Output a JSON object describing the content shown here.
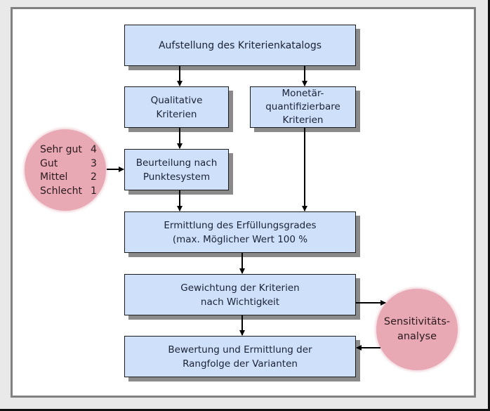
{
  "diagram": {
    "boxes": {
      "catalog": "Aufstellung des Kriterienkatalogs",
      "qualitative": "Qualitative\nKriterien",
      "monetary": "Monetär-\nquantifizierbare\nKriterien",
      "assessment": "Beurteilung nach\nPunktesystem",
      "fulfillment": "Ermittlung des Erfüllungsgrades\n(max. Möglicher Wert 100 %",
      "weighting": "Gewichtung der Kriterien\nnach Wichtigkeit",
      "ranking": "Bewertung und Ermittlung der\nRangfolge der Varianten"
    },
    "scale": [
      {
        "label": "Sehr gut",
        "points": "4"
      },
      {
        "label": "Gut",
        "points": "3"
      },
      {
        "label": "Mittel",
        "points": "2"
      },
      {
        "label": "Schlecht",
        "points": "1"
      }
    ],
    "sensitivity": "Sensitivitäts-\nanalyse",
    "colors": {
      "box_fill": "#cfe0fb",
      "circle_fill": "#e8a9b5",
      "shadow": "#8a8a8a"
    }
  }
}
